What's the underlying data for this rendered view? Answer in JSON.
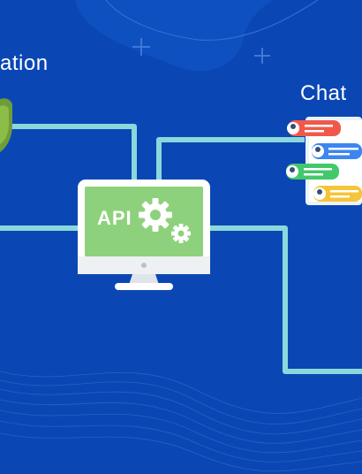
{
  "labels": {
    "left_section": "ation",
    "right_section": "Chat",
    "monitor_text": "API"
  },
  "icons": {
    "monitor": "api-monitor-icon",
    "gears": "gears-icon",
    "chat": "chat-screen-icon",
    "shield": "shield-icon"
  },
  "colors": {
    "background": "#0b47b4",
    "connector": "#8ad8dc",
    "screen": "#8ed17c",
    "bubble_red": "#f0594a",
    "bubble_blue": "#3c86f0",
    "bubble_green": "#43c86c",
    "bubble_yellow": "#f6c43a"
  }
}
